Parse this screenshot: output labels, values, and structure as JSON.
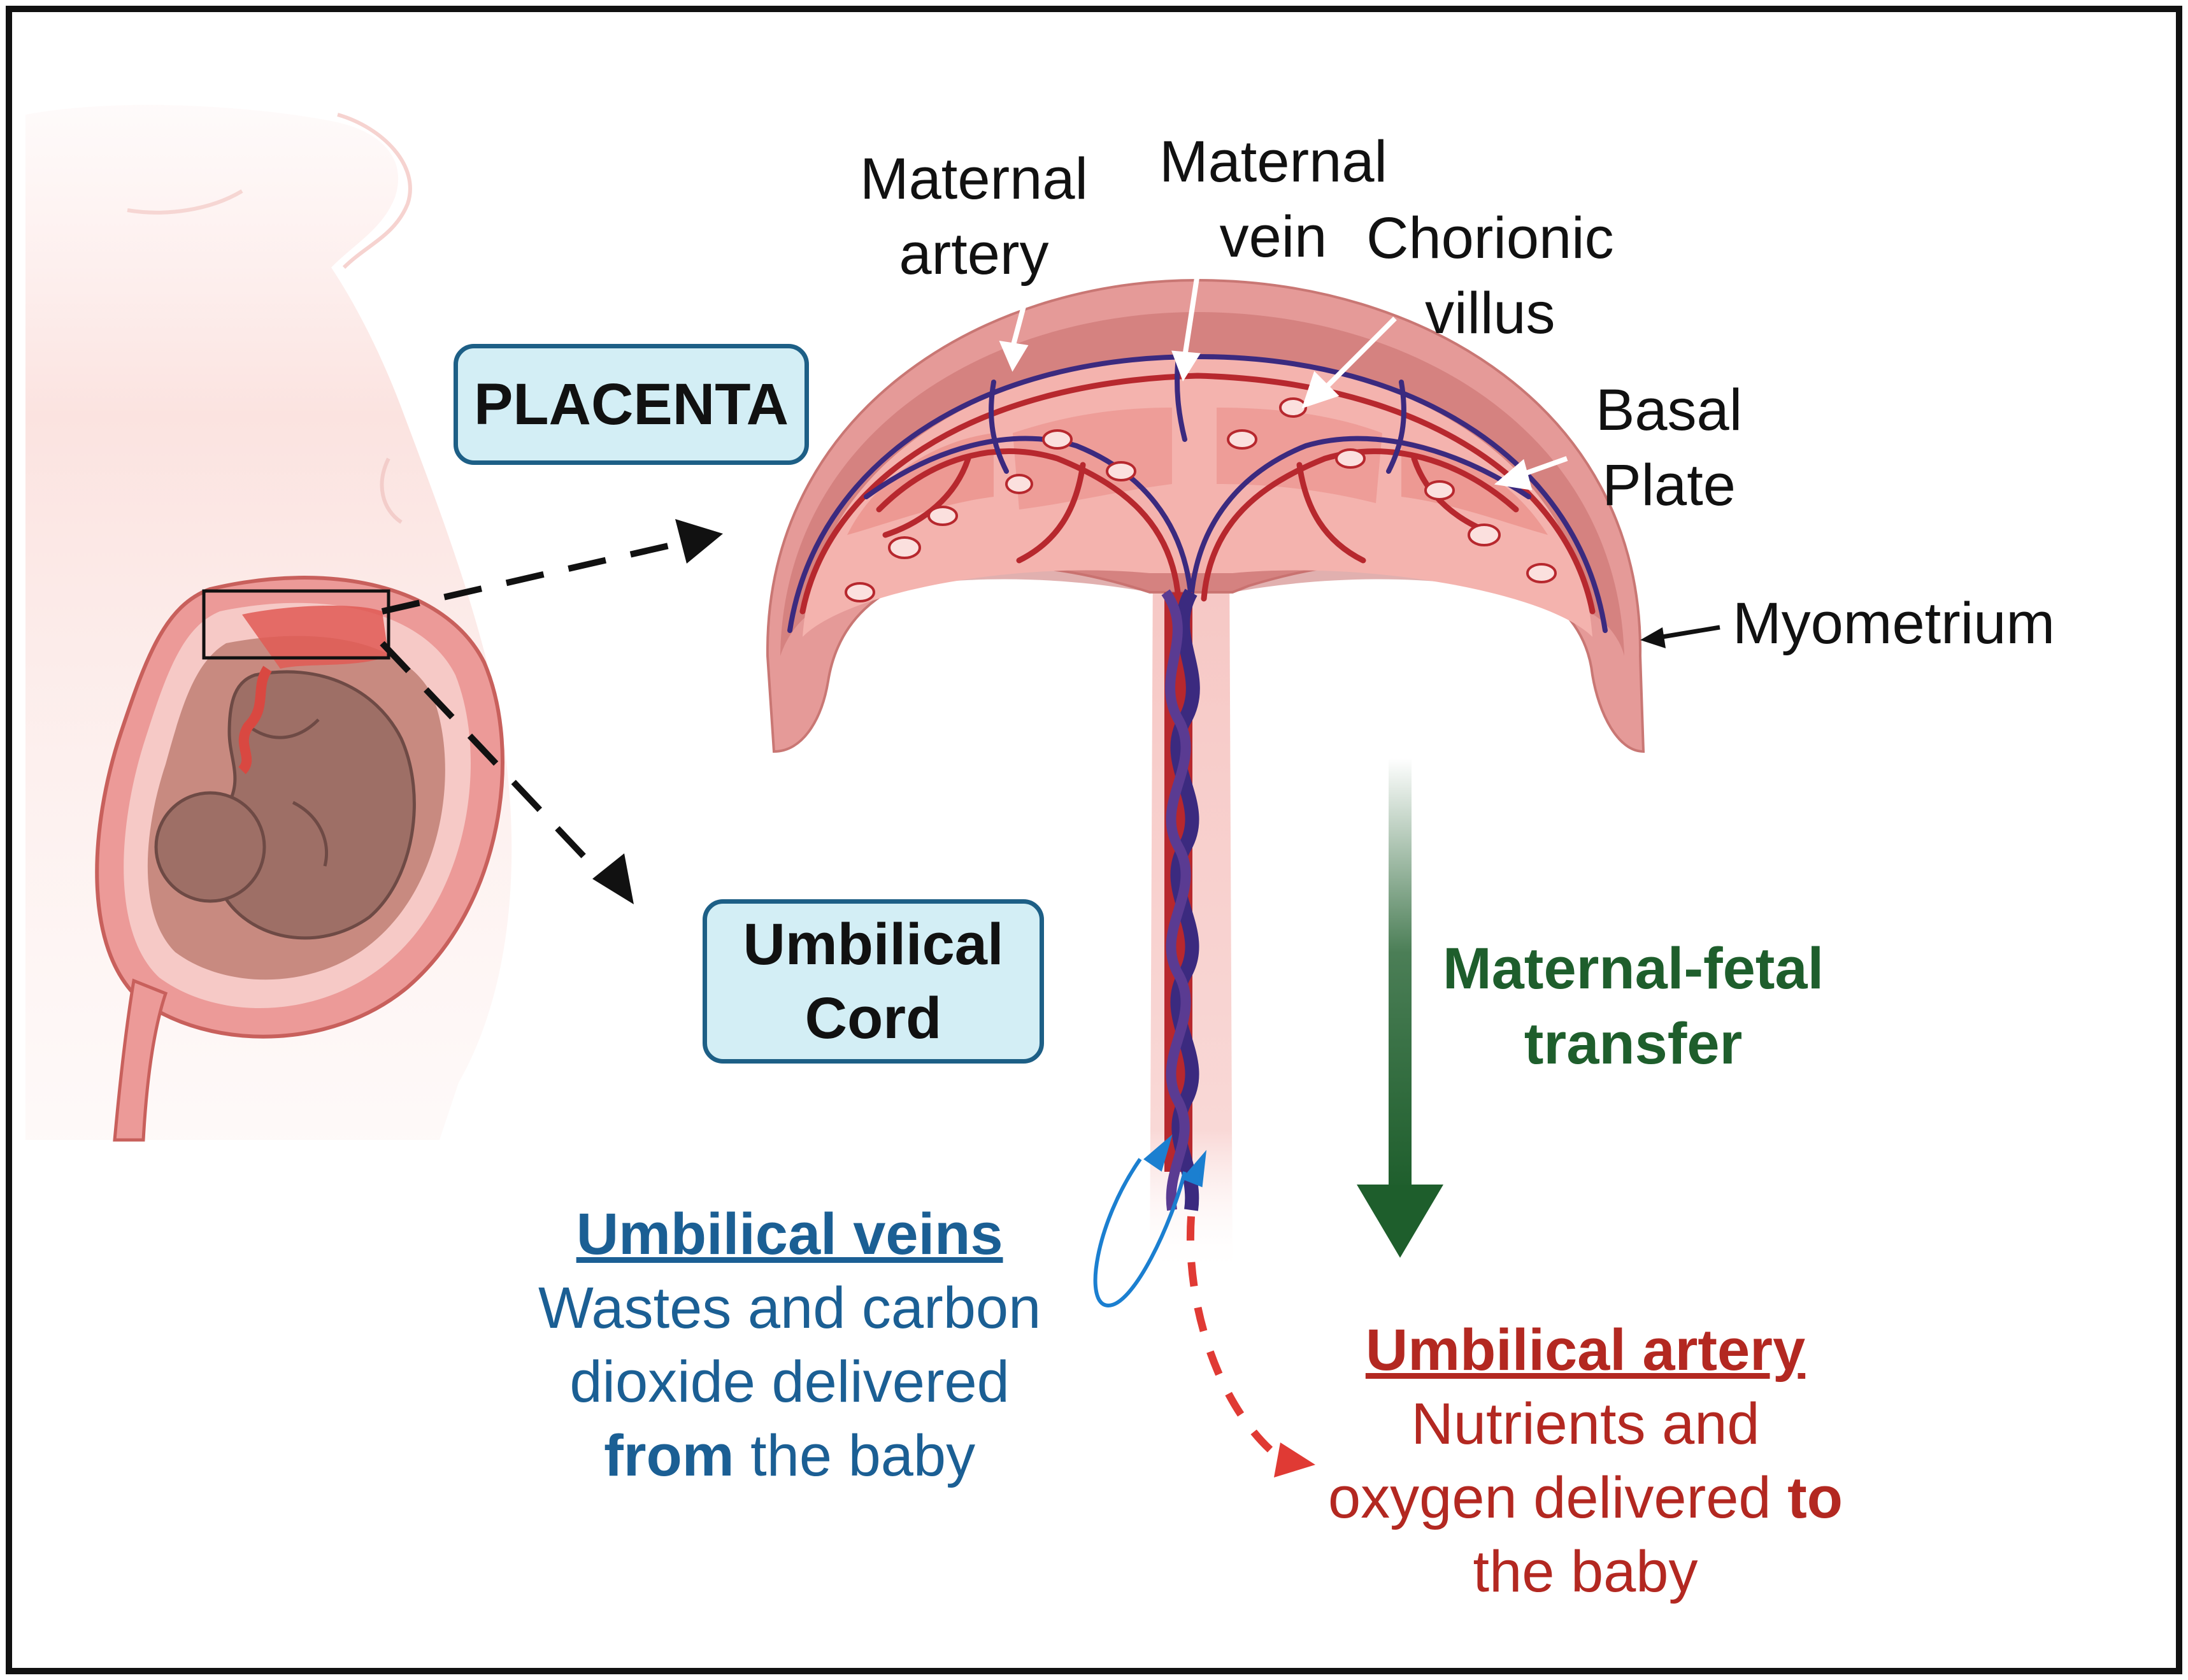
{
  "labels": {
    "maternal_artery": [
      "Maternal",
      "artery"
    ],
    "maternal_vein": [
      "Maternal",
      "vein"
    ],
    "chorionic_villus": [
      "Chorionic",
      "villus"
    ],
    "basal_plate": [
      "Basal",
      "Plate"
    ],
    "myometrium": "Myometrium",
    "placenta": "PLACENTA",
    "umbilical_cord": [
      "Umbilical",
      "Cord"
    ],
    "maternal_fetal_transfer": [
      "Maternal-fetal",
      "transfer"
    ]
  },
  "umbilical_veins": {
    "title": "Umbilical veins",
    "line1": "Wastes and carbon",
    "line2": "dioxide delivered",
    "line3_bold": "from",
    "line3_rest": " the baby"
  },
  "umbilical_artery": {
    "title": "Umbilical artery",
    "line1": "Nutrients and",
    "line2_start": "oxygen delivered ",
    "line2_bold": "to",
    "line3": "the baby"
  },
  "colors": {
    "tissue": "#e79a98",
    "tissue_light": "#f7c4c2",
    "artery": "#b7282e",
    "vein": "#3b2a7f",
    "box_fill": "#d3eef5",
    "box_border": "#1d5f86",
    "transfer_arrow": "#1e5e2c",
    "vein_text": "#1b5f94",
    "artery_text": "#b32821"
  }
}
